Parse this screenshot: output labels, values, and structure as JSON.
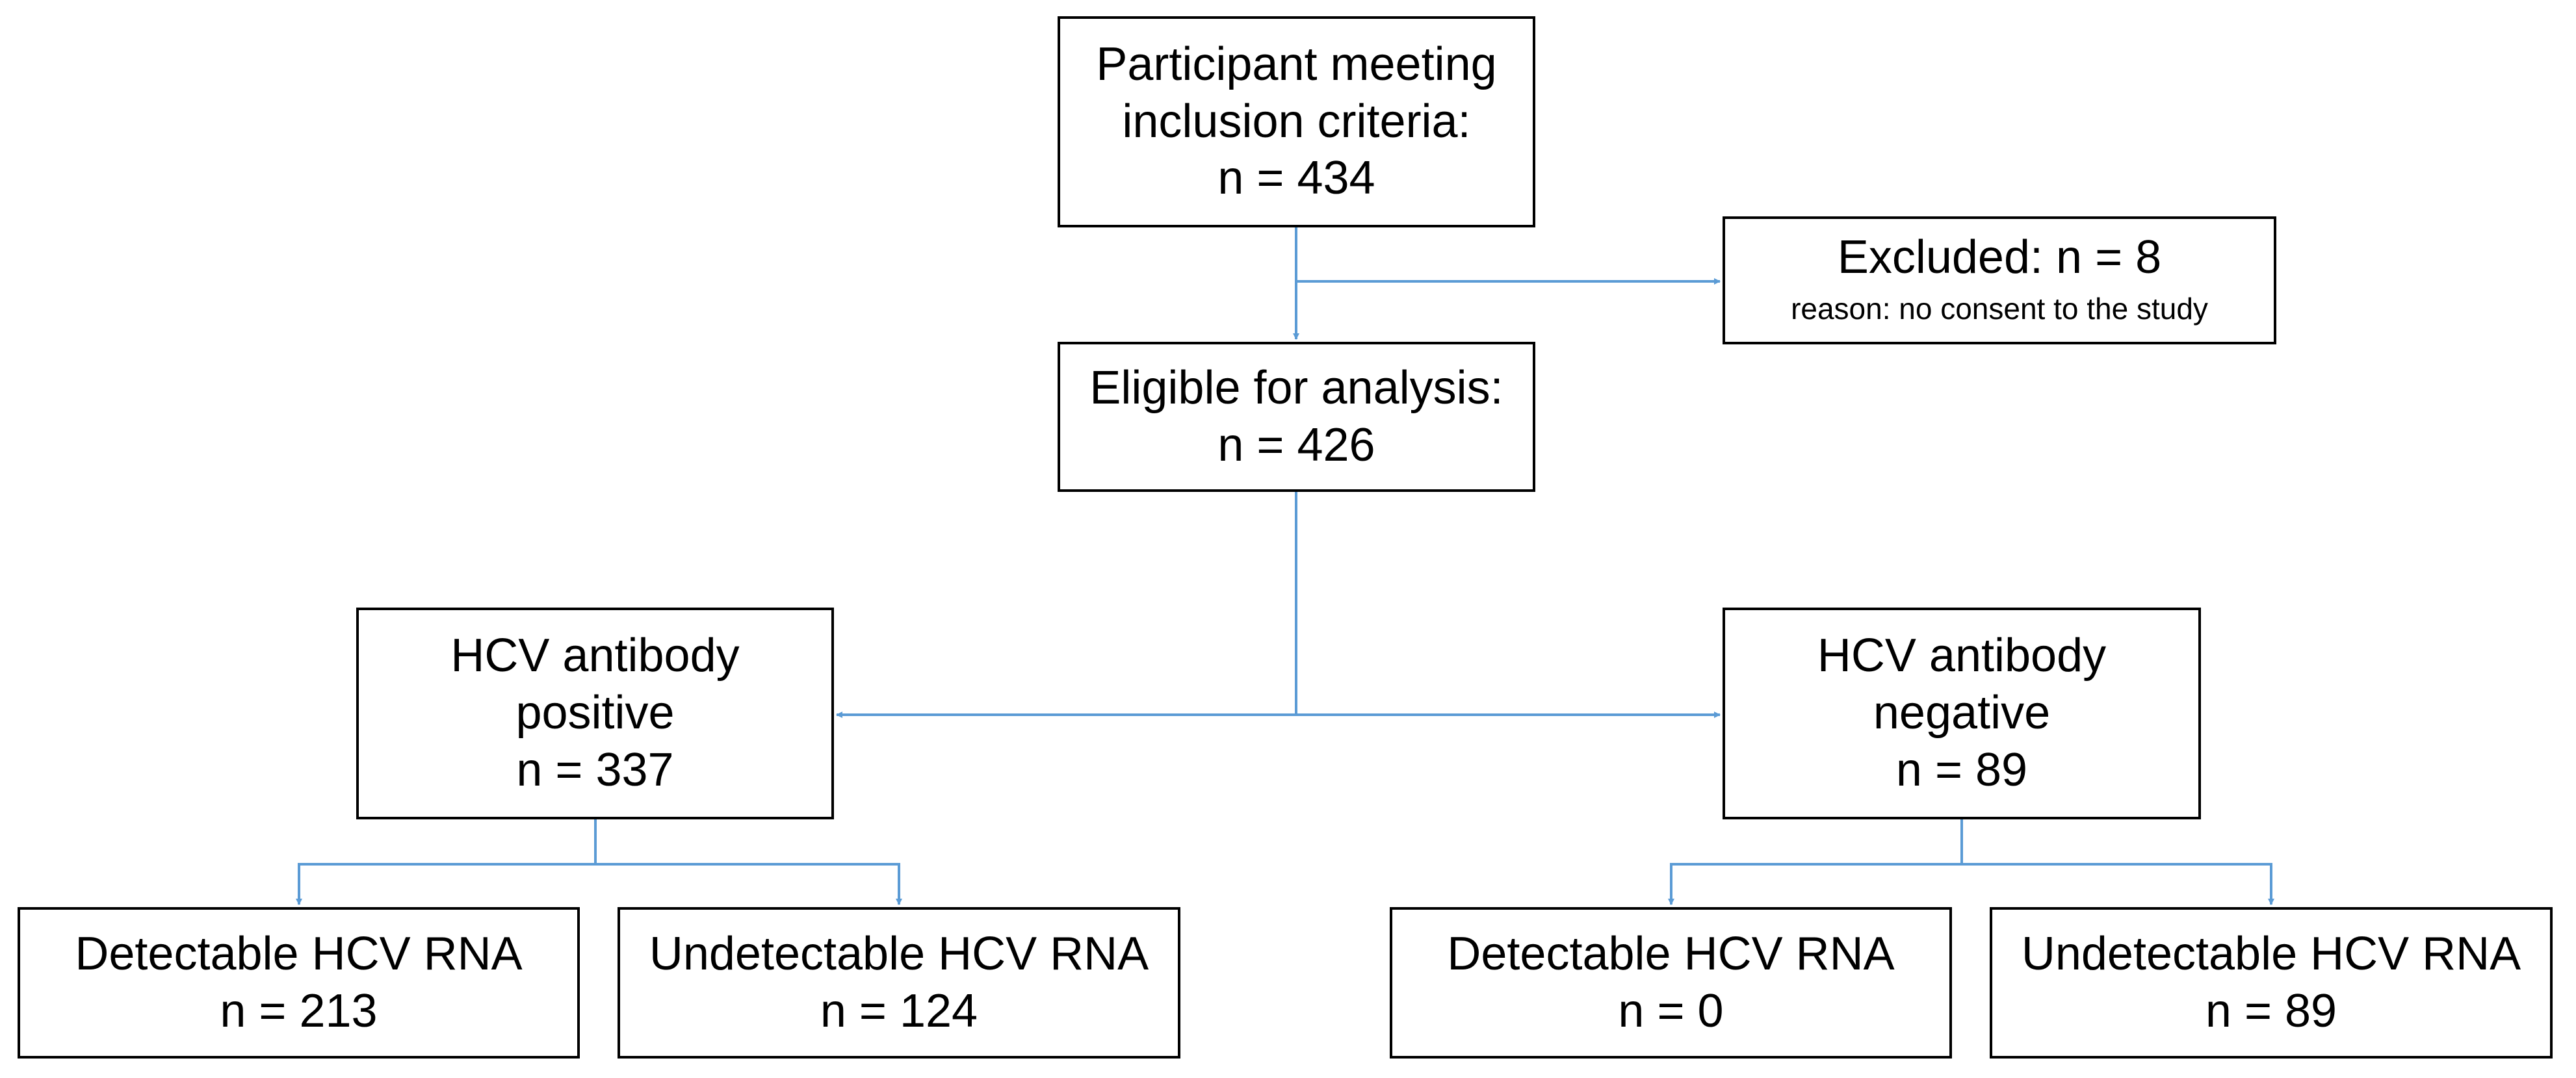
{
  "colors": {
    "connector": "#5b9bd5",
    "box_border": "#000000",
    "text": "#000000"
  },
  "inclusion": {
    "line1": "Participant meeting",
    "line2": "inclusion criteria:",
    "count": "n = 434"
  },
  "excluded": {
    "line1": "Excluded: n = 8",
    "reason": "reason: no consent to the study"
  },
  "eligible": {
    "line1": "Eligible for analysis:",
    "count": "n = 426"
  },
  "antibody_positive": {
    "line1": "HCV antibody",
    "line2": "positive",
    "count": "n = 337"
  },
  "antibody_negative": {
    "line1": "HCV antibody",
    "line2": "negative",
    "count": "n = 89"
  },
  "pos_detectable": {
    "label": "Detectable HCV RNA",
    "count": "n = 213"
  },
  "pos_undetectable": {
    "label": "Undetectable HCV RNA",
    "count": "n = 124"
  },
  "neg_detectable": {
    "label": "Detectable HCV RNA",
    "count": "n = 0"
  },
  "neg_undetectable": {
    "label": "Undetectable HCV RNA",
    "count": "n = 89"
  }
}
